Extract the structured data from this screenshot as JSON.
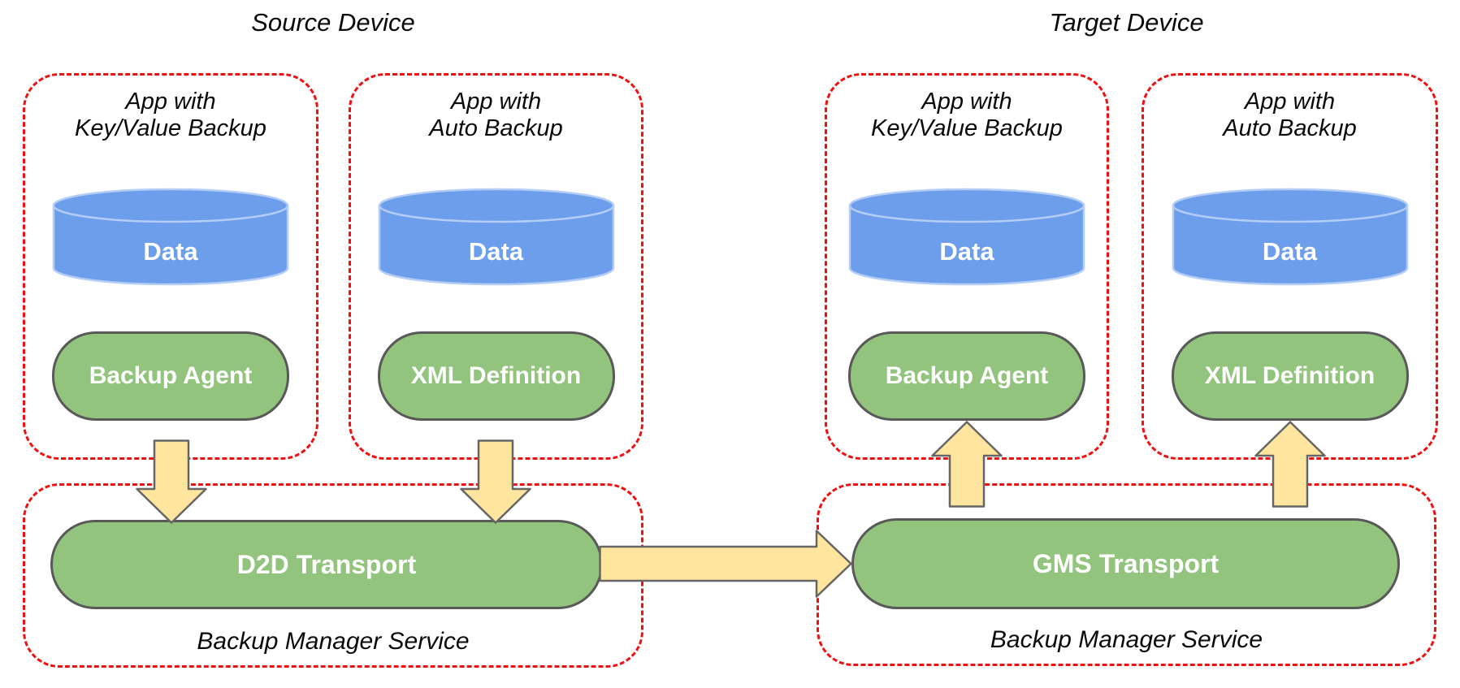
{
  "colors": {
    "box-dash": "#ee1111",
    "node-green": "#93c47d",
    "node-border": "#595959",
    "cyl-blue": "#6d9eeb",
    "cyl-stroke": "#b3cdf6",
    "arrow-yellow": "#ffe59d",
    "arrow-border": "#666666",
    "text-dark": "#0a0a0a",
    "text-light": "#ffffff"
  },
  "header": {
    "source_title": "Source Device",
    "target_title": "Target Device"
  },
  "apps": [
    {
      "title": "App with\nKey/Value Backup",
      "data_store": "Data",
      "component": "Backup Agent"
    },
    {
      "title": "App with\nAuto Backup",
      "data_store": "Data",
      "component": "XML Definition"
    },
    {
      "title": "App with\nKey/Value Backup",
      "data_store": "Data",
      "component": "Backup Agent"
    },
    {
      "title": "App with\nAuto Backup",
      "data_store": "Data",
      "component": "XML Definition"
    }
  ],
  "services": [
    {
      "transport": "D2D Transport",
      "label": "Backup Manager Service"
    },
    {
      "transport": "GMS Transport",
      "label": "Backup Manager Service"
    }
  ],
  "arrows": [
    {
      "name": "backup-agent-to-d2d",
      "direction": "down"
    },
    {
      "name": "xml-definition-to-d2d",
      "direction": "down"
    },
    {
      "name": "d2d-to-gms",
      "direction": "right"
    },
    {
      "name": "gms-to-backup-agent",
      "direction": "up"
    },
    {
      "name": "gms-to-xml-definition",
      "direction": "up"
    }
  ]
}
